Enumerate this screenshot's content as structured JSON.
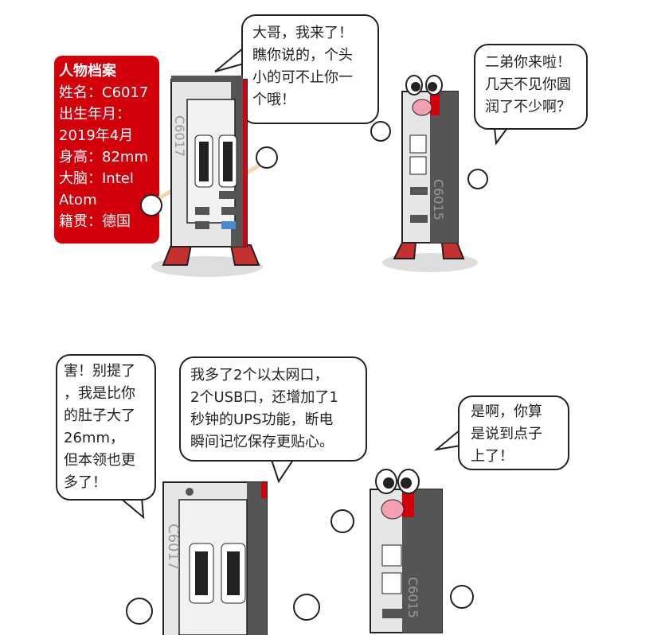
{
  "panel1": {
    "profile": {
      "title": "人物档案",
      "lines": [
        "姓名：C6017",
        "出生年月：",
        "2019年4月",
        "身高：82mm",
        "大脑：Intel",
        "Atom",
        "籍贯：德国"
      ]
    },
    "big_bubble": [
      "大哥，我来了！",
      "瞧你说的，个头",
      "小的可不止你一",
      "个哦！"
    ],
    "small_bubble": [
      "二弟你来啦！",
      "几天不见你圆",
      "润了不少啊？"
    ],
    "big_device_label": "C6017",
    "small_device_label": "C6015"
  },
  "panel2": {
    "left_bubble": [
      "害！别提了",
      "，我是比你",
      "的肚子大了",
      "26mm，",
      "但本领也更",
      "多了！"
    ],
    "middle_bubble": [
      "我多了2个以太网口，",
      "2个USB口，还增加了1",
      "秒钟的UPS功能，断电",
      "瞬间记忆保存更贴心。"
    ],
    "right_bubble": [
      "是啊，你算",
      "是说到点子",
      "上了！"
    ],
    "big_device_label": "C6017",
    "small_device_label": "C6015"
  },
  "colors": {
    "accent_red": "#d2000b",
    "device_gray": "#e6e6e6",
    "dark": "#4a4a4a"
  }
}
